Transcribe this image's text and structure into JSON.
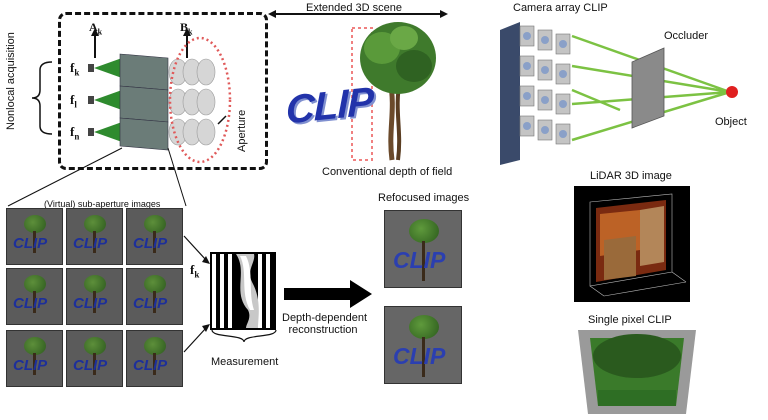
{
  "labels": {
    "extended_scene": "Extended 3D scene",
    "nonlocal_acquisition": "Nonlocal acquisition",
    "aperture": "Aperture",
    "conventional_dof": "Conventional depth of field",
    "clip_logo": "CLIP",
    "camera_array_title": "Camera array CLIP",
    "occluder": "Occluder",
    "object": "Object",
    "subaperture_title": "(Virtual) sub-aperture images",
    "refocused_title": "Refocused images",
    "measurement": "Measurement",
    "reconstruction_line1": "Depth-dependent",
    "reconstruction_line2": "reconstruction",
    "lidar_title": "LiDAR 3D image",
    "single_pixel_title": "Single pixel CLIP",
    "Ak_base": "A",
    "Ak_sub": "k",
    "Bk_base": "B",
    "Bk_sub": "k",
    "fk_base": "f",
    "fk_sub": "k",
    "fl_base": "f",
    "fl_sub": "l",
    "fn_base": "f",
    "fn_sub": "n",
    "meas_fk_base": "f",
    "meas_fk_sub": "k",
    "thumb_text": "CLIP"
  },
  "colors": {
    "green_beam": "#7cc243",
    "red_dot": "#e02020",
    "clip_blue": "#2233aa",
    "lidar_bg": "#000000"
  }
}
